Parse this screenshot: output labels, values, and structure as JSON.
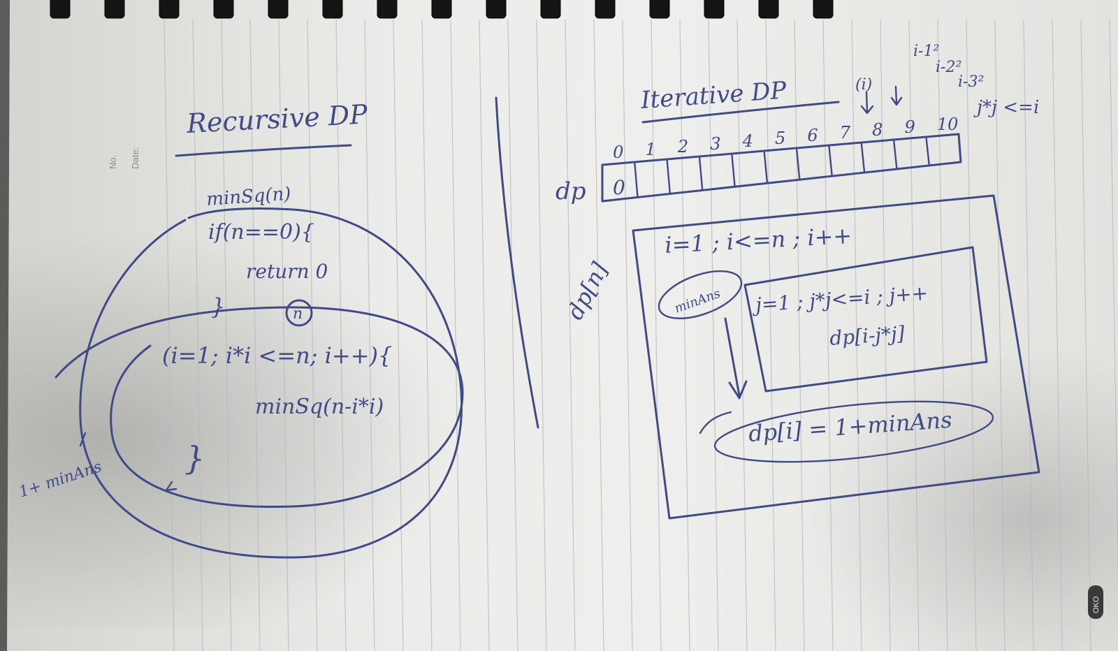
{
  "notebook": {
    "margin_no": "No.",
    "margin_date": "Date:",
    "brand": "OKO"
  },
  "recursive": {
    "title": "Recursive DP",
    "fn": "minSq(n)",
    "base_if": "if(n==0){",
    "base_return": "return 0",
    "base_close": "}",
    "n_circle": "n",
    "loop": "(i=1; i*i <=n; i++){",
    "call": "minSq(n-i*i)",
    "close": "}",
    "side_note": "1+ minAns"
  },
  "iterative": {
    "title": "Iterative DP",
    "dp_label": "dp",
    "indices": [
      "0",
      "1",
      "2",
      "3",
      "4",
      "5",
      "6",
      "7",
      "8",
      "9",
      "10"
    ],
    "first_cell": "0",
    "i_marker": "(i)",
    "square_notes": [
      "i-1²",
      "i-2²",
      "i-3²"
    ],
    "jj_note": "j*j <=i",
    "dp_n": "dp[n]",
    "outer_loop": "i=1 ; i<=n ; i++",
    "min_ans_label": "minAns",
    "inner_loop": "j=1 ; j*j<=i ; j++",
    "inner_body": "dp[i-j*j]",
    "assign": "dp[i] = 1+minAns"
  }
}
